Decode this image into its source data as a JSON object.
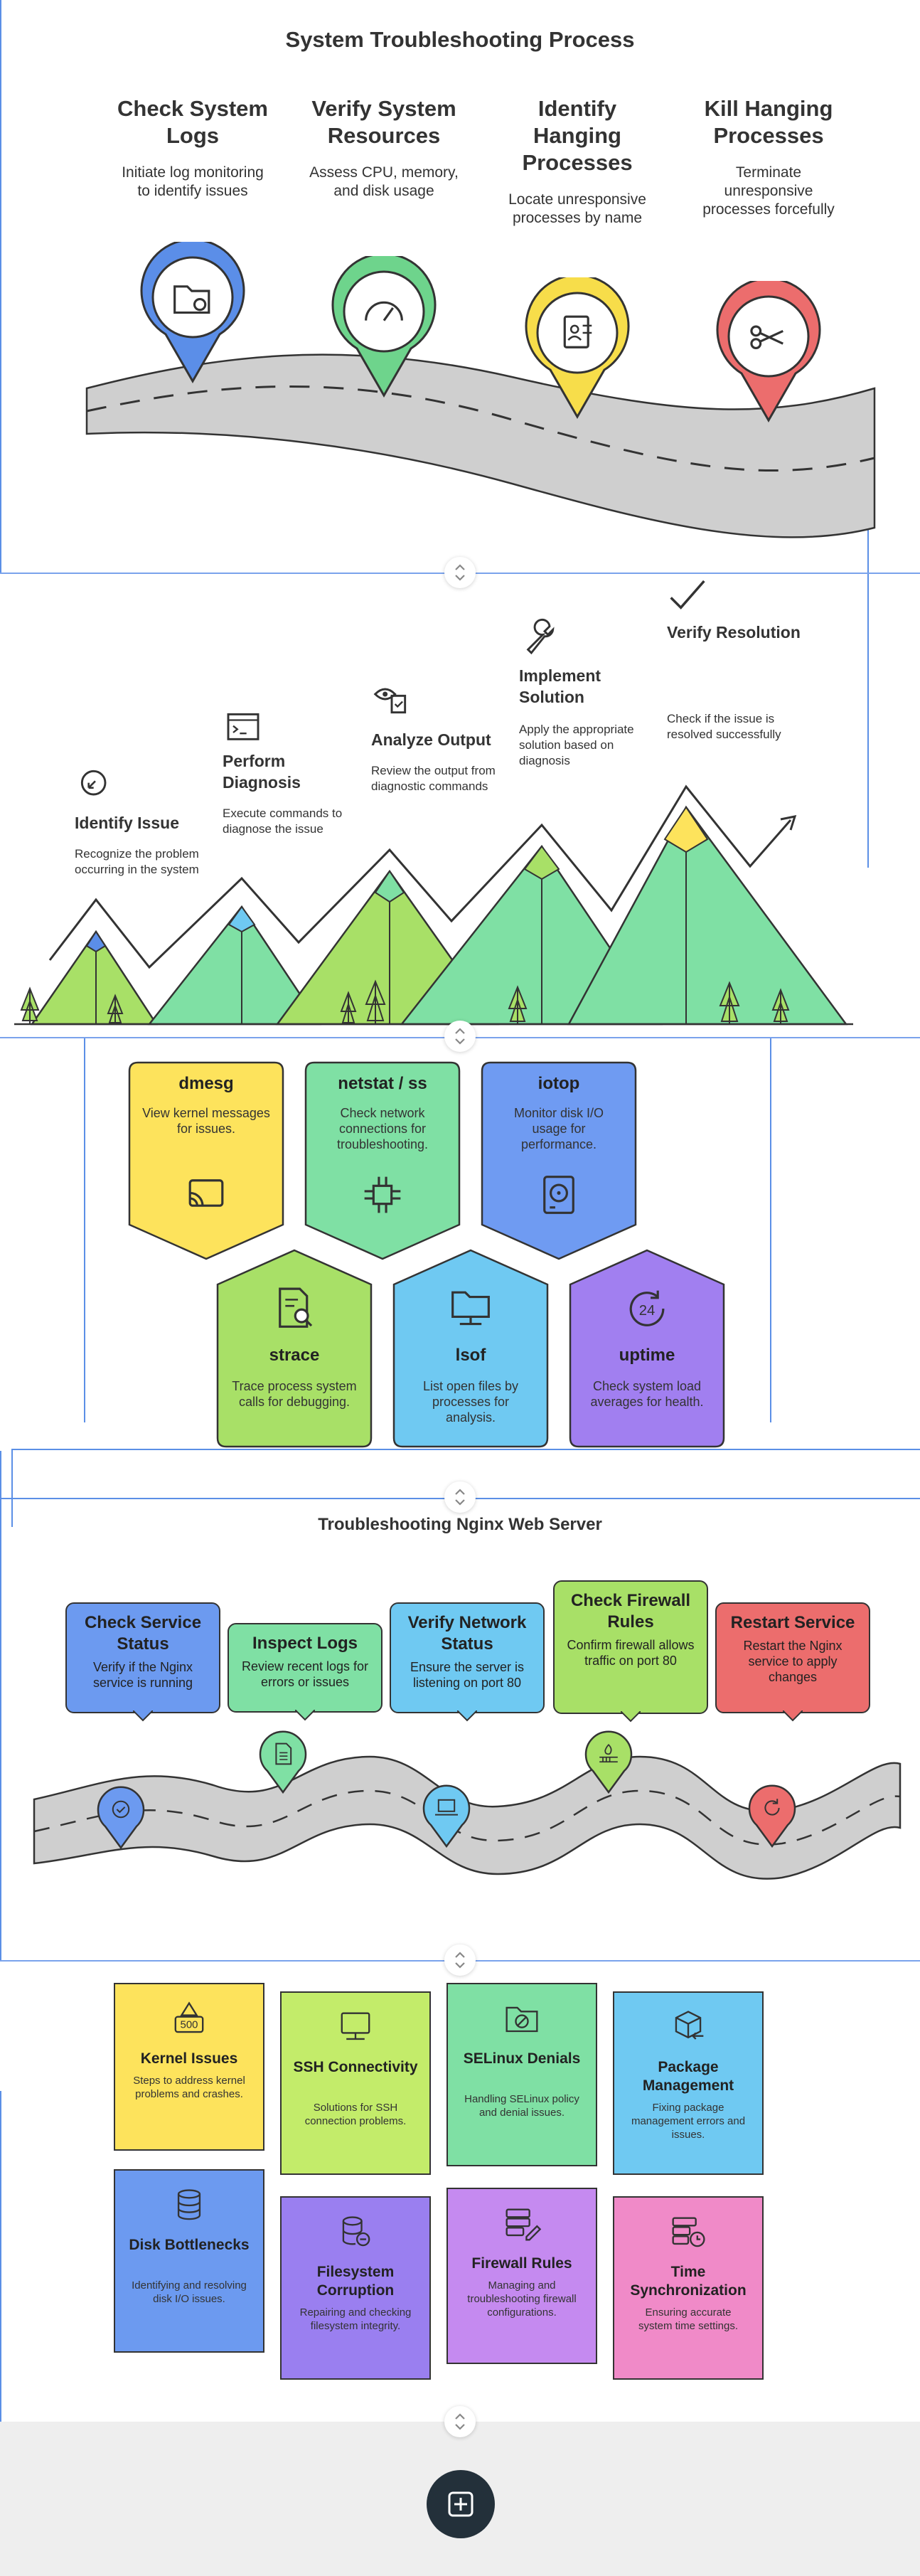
{
  "section1": {
    "title": "System Troubleshooting Process",
    "steps": [
      {
        "title": "Check System Logs",
        "desc": "Initiate log monitoring to identify issues",
        "icon": "folder-gear-icon",
        "color": "#5b8ee8"
      },
      {
        "title": "Verify System Resources",
        "desc": "Assess CPU, memory, and disk usage",
        "icon": "gauge-icon",
        "color": "#6ed48c"
      },
      {
        "title": "Identify Hanging Processes",
        "desc": "Locate unresponsive processes by name",
        "icon": "id-document-icon",
        "color": "#f7dd4a"
      },
      {
        "title": "Kill Hanging Processes",
        "desc": "Terminate unresponsive processes forcefully",
        "icon": "scissors-icon",
        "color": "#ec6d6d"
      }
    ]
  },
  "section2": {
    "stages": [
      {
        "title": "Identify Issue",
        "desc": "Recognize the problem occurring in the system",
        "icon": "search-arrow-icon"
      },
      {
        "title": "Perform Diagnosis",
        "desc": "Execute commands to diagnose the issue",
        "icon": "terminal-icon"
      },
      {
        "title": "Analyze Output",
        "desc": "Review the output from diagnostic commands",
        "icon": "eye-clipboard-icon"
      },
      {
        "title": "Implement Solution",
        "desc": "Apply the appropriate solution based on diagnosis",
        "icon": "wrench-icon"
      },
      {
        "title": "Verify Resolution",
        "desc": "Check if the issue is resolved successfully",
        "icon": "checkmark-icon"
      }
    ]
  },
  "section3": {
    "tools": [
      {
        "title": "dmesg",
        "desc": "View kernel messages for issues.",
        "icon": "cast-icon",
        "color": "#fde35c"
      },
      {
        "title": "netstat / ss",
        "desc": "Check network connections for troubleshooting.",
        "icon": "chip-icon",
        "color": "#7fe0a4"
      },
      {
        "title": "iotop",
        "desc": "Monitor disk I/O usage for performance.",
        "icon": "hard-disk-icon",
        "color": "#6f9bf2"
      },
      {
        "title": "strace",
        "desc": "Trace process system calls for debugging.",
        "icon": "document-search-icon",
        "color": "#a8e067"
      },
      {
        "title": "lsof",
        "desc": "List open files by processes for analysis.",
        "icon": "folder-network-icon",
        "color": "#6fc9f2"
      },
      {
        "title": "uptime",
        "desc": "Check system load averages for health.",
        "icon": "clock-24-icon",
        "color": "#a17ff0"
      }
    ]
  },
  "section4": {
    "title": "Troubleshooting Nginx Web Server",
    "steps": [
      {
        "title": "Check Service Status",
        "desc": "Verify if the Nginx service is running",
        "icon": "gauge-check-icon",
        "color": "#6c9af0"
      },
      {
        "title": "Inspect Logs",
        "desc": "Review recent logs for errors or issues",
        "icon": "document-icon",
        "color": "#7fe0a4"
      },
      {
        "title": "Verify Network Status",
        "desc": "Ensure the server is listening on port 80",
        "icon": "laptop-icon",
        "color": "#6fc9f2"
      },
      {
        "title": "Check Firewall Rules",
        "desc": "Confirm firewall allows traffic on port 80",
        "icon": "firewall-icon",
        "color": "#a8e067"
      },
      {
        "title": "Restart Service",
        "desc": "Restart the Nginx service to apply changes",
        "icon": "restart-icon",
        "color": "#ec6d6d"
      }
    ]
  },
  "section5": {
    "notes": [
      {
        "title": "Kernel Issues",
        "desc": "Steps to address kernel problems and crashes.",
        "icon": "warning-500-icon",
        "color": "#fde35c"
      },
      {
        "title": "SSH Connectivity",
        "desc": "Solutions for SSH connection problems.",
        "icon": "computer-icon",
        "color": "#c3ec6a"
      },
      {
        "title": "SELinux Denials",
        "desc": "Handling SELinux policy and denial issues.",
        "icon": "folder-block-icon",
        "color": "#7fe0a4"
      },
      {
        "title": "Package Management",
        "desc": "Fixing package management errors and issues.",
        "icon": "package-icon",
        "color": "#6fc9f2"
      },
      {
        "title": "Disk Bottlenecks",
        "desc": "Identifying and resolving disk I/O issues.",
        "icon": "database-icon",
        "color": "#6c9af0"
      },
      {
        "title": "Filesystem Corruption",
        "desc": "Repairing and checking filesystem integrity.",
        "icon": "database-minus-icon",
        "color": "#9a7ff0"
      },
      {
        "title": "Firewall Rules",
        "desc": "Managing and troubleshooting firewall configurations.",
        "icon": "server-edit-icon",
        "color": "#c58af0"
      },
      {
        "title": "Time Synchronization",
        "desc": "Ensuring accurate system time settings.",
        "icon": "server-clock-icon",
        "color": "#f08ac8"
      }
    ]
  },
  "actions": {
    "add_icon": "plus-square-icon"
  }
}
